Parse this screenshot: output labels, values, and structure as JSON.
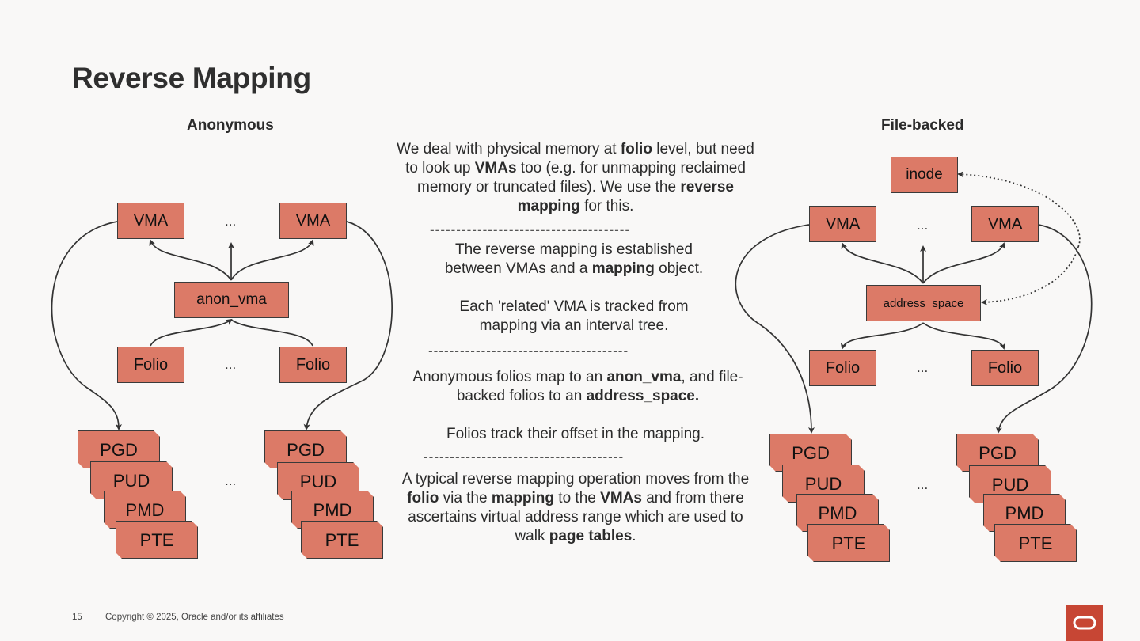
{
  "title": "Reverse Mapping",
  "anon": {
    "heading": "Anonymous",
    "vma_left": "VMA",
    "vma_dots": "...",
    "vma_right": "VMA",
    "center": "anon_vma",
    "folio_left": "Folio",
    "folio_dots": "...",
    "folio_right": "Folio",
    "pt_dots": "...",
    "levels": [
      "PGD",
      "PUD",
      "PMD",
      "PTE"
    ]
  },
  "file": {
    "heading": "File-backed",
    "inode": "inode",
    "vma_left": "VMA",
    "vma_dots": "...",
    "vma_right": "VMA",
    "center": "address_space",
    "folio_left": "Folio",
    "folio_dots": "...",
    "folio_right": "Folio",
    "pt_dots": "...",
    "levels": [
      "PGD",
      "PUD",
      "PMD",
      "PTE"
    ]
  },
  "middle": {
    "p1": "We deal with physical memory at <b>folio</b> level, but need to look up <b>VMAs</b> too (e.g. for unmapping reclaimed memory or truncated files). We use the <b>reverse mapping</b> for this.",
    "separator": "--------------------------------------",
    "p2": "The reverse mapping is established between VMAs and a <b>mapping</b> object.",
    "p3": "Each 'related' VMA is tracked from mapping via an interval tree.",
    "p4": "Anonymous folios map to an <b>anon_vma</b>, and file-backed folios to an <b>address_space.</b>",
    "p5": "Folios track their offset in the mapping.",
    "p6": "A typical reverse mapping operation moves from the <b>folio</b> via the <b>mapping</b> to the <b>VMAs</b> and from there ascertains virtual address range which are used to walk <b>page tables</b>."
  },
  "footer": {
    "page": "15",
    "copyright": "Copyright © 2025, Oracle and/or its affiliates"
  },
  "colors": {
    "box": "#dc7a67",
    "logo": "#c74634"
  }
}
